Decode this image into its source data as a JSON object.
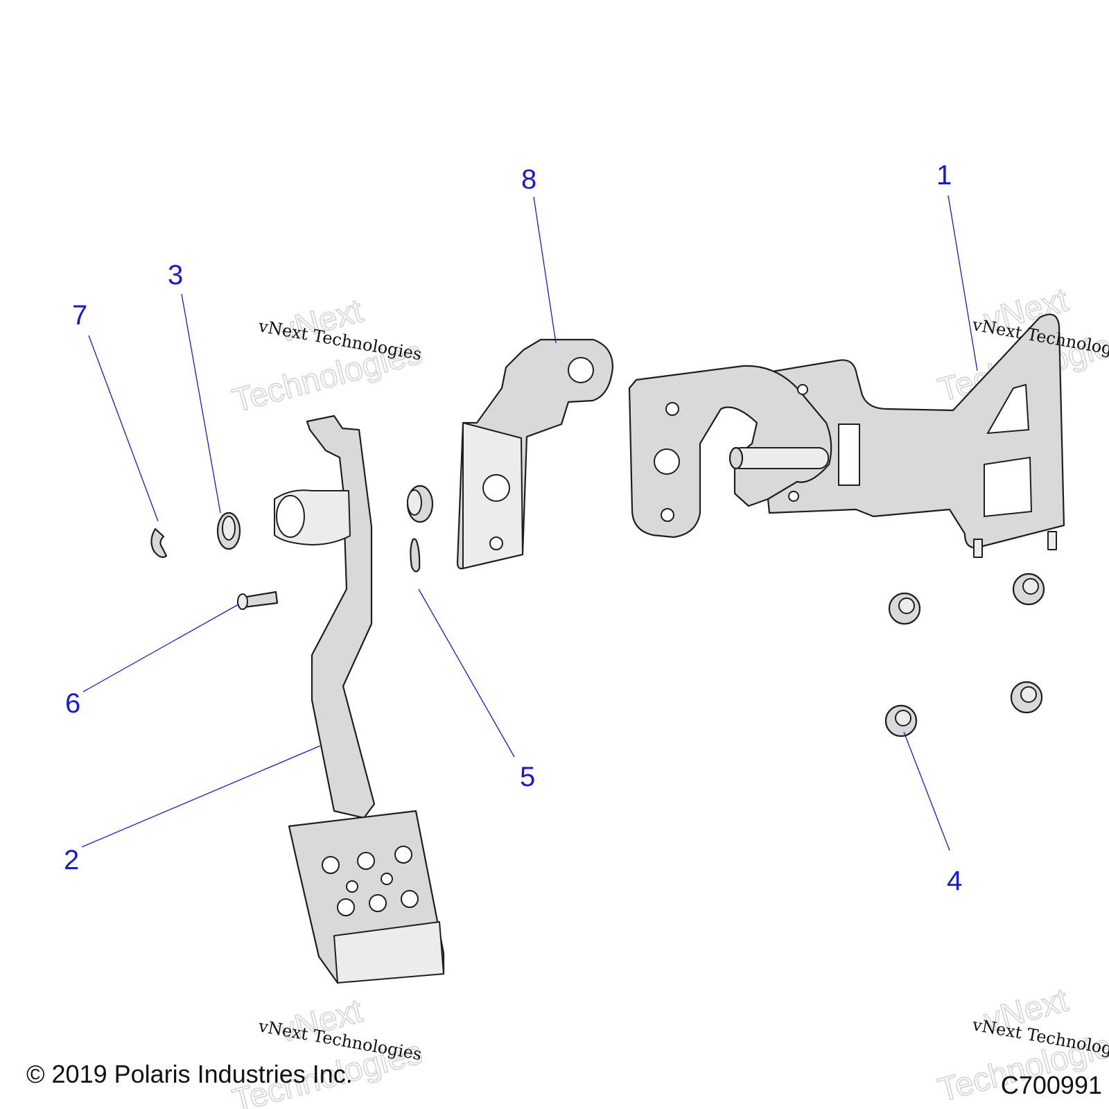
{
  "callouts": [
    {
      "id": "1",
      "label": "1"
    },
    {
      "id": "2",
      "label": "2"
    },
    {
      "id": "3",
      "label": "3"
    },
    {
      "id": "4",
      "label": "4"
    },
    {
      "id": "5",
      "label": "5"
    },
    {
      "id": "6",
      "label": "6"
    },
    {
      "id": "7",
      "label": "7"
    },
    {
      "id": "8",
      "label": "8"
    }
  ],
  "watermark": {
    "line_small": "vNext Technologies",
    "line_large_1": "vNext",
    "line_large_2": "Technologies"
  },
  "footer": {
    "copyright": "© 2019 Polaris Industries Inc.",
    "figure_code": "C700991"
  },
  "colors": {
    "callout": "#1a1acc",
    "part_fill": "#d9d9d9",
    "outline": "#1e1e1e"
  }
}
